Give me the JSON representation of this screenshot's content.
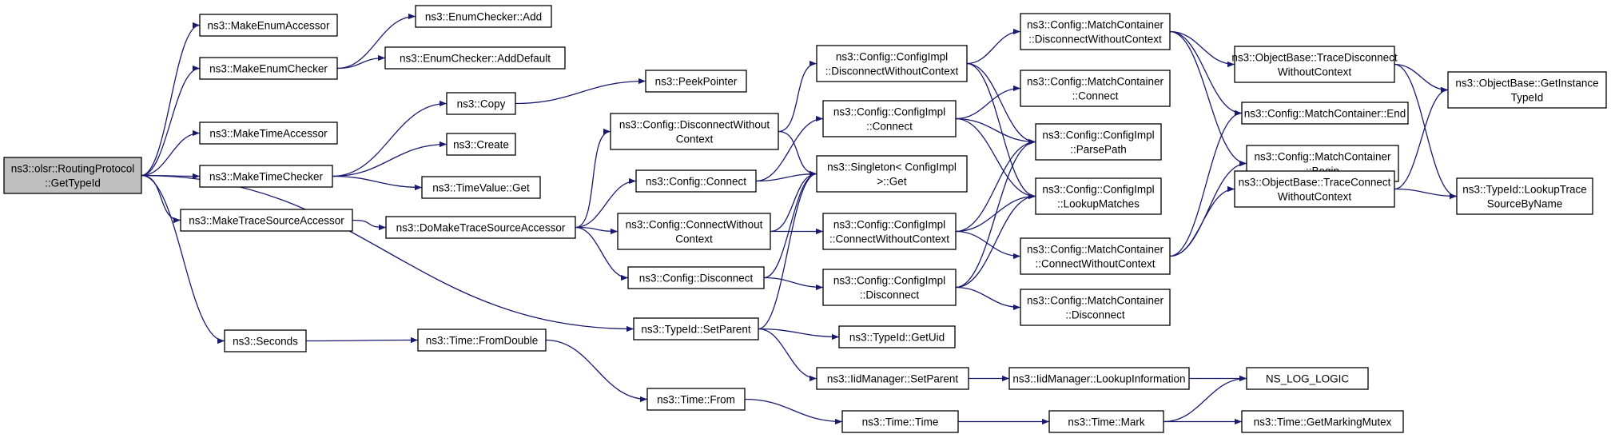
{
  "title": "",
  "colors": {
    "edge": "#191970",
    "node_border": "#000000",
    "node_fill": "#ffffff",
    "root_fill": "#bfbfbf"
  },
  "nodes": {
    "root": {
      "lines": [
        "ns3::olsr::RoutingProtocol",
        "::GetTypeId"
      ]
    },
    "makeEnumAccessor": {
      "lines": [
        "ns3::MakeEnumAccessor"
      ]
    },
    "makeEnumChecker": {
      "lines": [
        "ns3::MakeEnumChecker"
      ]
    },
    "enumCheckerAdd": {
      "lines": [
        "ns3::EnumChecker::Add"
      ]
    },
    "enumCheckerAddDefault": {
      "lines": [
        "ns3::EnumChecker::AddDefault"
      ]
    },
    "makeTimeAccessor": {
      "lines": [
        "ns3::MakeTimeAccessor"
      ]
    },
    "makeTimeChecker": {
      "lines": [
        "ns3::MakeTimeChecker"
      ]
    },
    "copy": {
      "lines": [
        "ns3::Copy"
      ]
    },
    "peekPointer": {
      "lines": [
        "ns3::PeekPointer"
      ]
    },
    "create": {
      "lines": [
        "ns3::Create"
      ]
    },
    "timeValueGet": {
      "lines": [
        "ns3::TimeValue::Get"
      ]
    },
    "makeTraceSourceAccessor": {
      "lines": [
        "ns3::MakeTraceSourceAccessor"
      ]
    },
    "doMakeTraceSourceAccessor": {
      "lines": [
        "ns3::DoMakeTraceSourceAccessor"
      ]
    },
    "configDisconnectWithoutContext": {
      "lines": [
        "ns3::Config::DisconnectWithout",
        "Context"
      ]
    },
    "configConnect": {
      "lines": [
        "ns3::Config::Connect"
      ]
    },
    "configConnectWithoutContext": {
      "lines": [
        "ns3::Config::ConnectWithout",
        "Context"
      ]
    },
    "configDisconnect": {
      "lines": [
        "ns3::Config::Disconnect"
      ]
    },
    "implDisconnectWithoutContext": {
      "lines": [
        "ns3::Config::ConfigImpl",
        "::DisconnectWithoutContext"
      ]
    },
    "implConnect": {
      "lines": [
        "ns3::Config::ConfigImpl",
        "::Connect"
      ]
    },
    "singletonGet": {
      "lines": [
        "ns3::Singleton< ConfigImpl",
        " >::Get"
      ]
    },
    "implConnectWithoutContext": {
      "lines": [
        "ns3::Config::ConfigImpl",
        "::ConnectWithoutContext"
      ]
    },
    "implDisconnect": {
      "lines": [
        "ns3::Config::ConfigImpl",
        "::Disconnect"
      ]
    },
    "mcDisconnectWithoutContext": {
      "lines": [
        "ns3::Config::MatchContainer",
        "::DisconnectWithoutContext"
      ]
    },
    "mcConnect": {
      "lines": [
        "ns3::Config::MatchContainer",
        "::Connect"
      ]
    },
    "implParsePath": {
      "lines": [
        "ns3::Config::ConfigImpl",
        "::ParsePath"
      ]
    },
    "implLookupMatches": {
      "lines": [
        "ns3::Config::ConfigImpl",
        "::LookupMatches"
      ]
    },
    "mcConnectWithoutContext": {
      "lines": [
        "ns3::Config::MatchContainer",
        "::ConnectWithoutContext"
      ]
    },
    "mcDisconnect": {
      "lines": [
        "ns3::Config::MatchContainer",
        "::Disconnect"
      ]
    },
    "obTraceDisconnect": {
      "lines": [
        "ns3::ObjectBase::TraceDisconnect",
        "WithoutContext"
      ]
    },
    "mcEnd": {
      "lines": [
        "ns3::Config::MatchContainer::End"
      ]
    },
    "mcBegin": {
      "lines": [
        "ns3::Config::MatchContainer",
        "::Begin"
      ]
    },
    "obTraceConnect": {
      "lines": [
        "ns3::ObjectBase::TraceConnect",
        "WithoutContext"
      ]
    },
    "obGetInstanceTypeId": {
      "lines": [
        "ns3::ObjectBase::GetInstance",
        "TypeId"
      ]
    },
    "typeIdLookupTrace": {
      "lines": [
        "ns3::TypeId::LookupTrace",
        "SourceByName"
      ]
    },
    "seconds": {
      "lines": [
        "ns3::Seconds"
      ]
    },
    "timeFromDouble": {
      "lines": [
        "ns3::Time::FromDouble"
      ]
    },
    "timeFrom": {
      "lines": [
        "ns3::Time::From"
      ]
    },
    "typeIdSetParent": {
      "lines": [
        "ns3::TypeId::SetParent"
      ]
    },
    "typeIdGetUid": {
      "lines": [
        "ns3::TypeId::GetUid"
      ]
    },
    "iidManagerSetParent": {
      "lines": [
        "ns3::IidManager::SetParent"
      ]
    },
    "iidManagerLookupInformation": {
      "lines": [
        "ns3::IidManager::LookupInformation"
      ]
    },
    "nsLogLogic": {
      "lines": [
        "NS_LOG_LOGIC"
      ]
    },
    "timeTime": {
      "lines": [
        "ns3::Time::Time"
      ]
    },
    "timeMark": {
      "lines": [
        "ns3::Time::Mark"
      ]
    },
    "timeGetMarkingMutex": {
      "lines": [
        "ns3::Time::GetMarkingMutex"
      ]
    }
  },
  "edges": [
    [
      "root",
      "makeEnumAccessor"
    ],
    [
      "root",
      "makeEnumChecker"
    ],
    [
      "root",
      "makeTimeAccessor"
    ],
    [
      "root",
      "makeTimeChecker"
    ],
    [
      "root",
      "makeTraceSourceAccessor"
    ],
    [
      "root",
      "typeIdSetParent"
    ],
    [
      "root",
      "seconds"
    ],
    [
      "makeEnumChecker",
      "enumCheckerAdd"
    ],
    [
      "makeEnumChecker",
      "enumCheckerAddDefault"
    ],
    [
      "makeTimeChecker",
      "copy"
    ],
    [
      "makeTimeChecker",
      "create"
    ],
    [
      "makeTimeChecker",
      "timeValueGet"
    ],
    [
      "copy",
      "peekPointer"
    ],
    [
      "makeTraceSourceAccessor",
      "doMakeTraceSourceAccessor"
    ],
    [
      "doMakeTraceSourceAccessor",
      "configDisconnectWithoutContext"
    ],
    [
      "doMakeTraceSourceAccessor",
      "configConnect"
    ],
    [
      "doMakeTraceSourceAccessor",
      "configConnectWithoutContext"
    ],
    [
      "doMakeTraceSourceAccessor",
      "configDisconnect"
    ],
    [
      "configDisconnectWithoutContext",
      "implDisconnectWithoutContext"
    ],
    [
      "configDisconnectWithoutContext",
      "singletonGet"
    ],
    [
      "configConnect",
      "implConnect"
    ],
    [
      "configConnect",
      "singletonGet"
    ],
    [
      "configConnectWithoutContext",
      "implConnectWithoutContext"
    ],
    [
      "configConnectWithoutContext",
      "singletonGet"
    ],
    [
      "configDisconnect",
      "implDisconnect"
    ],
    [
      "configDisconnect",
      "singletonGet"
    ],
    [
      "implDisconnectWithoutContext",
      "mcDisconnectWithoutContext"
    ],
    [
      "implDisconnectWithoutContext",
      "implParsePath"
    ],
    [
      "implDisconnectWithoutContext",
      "implLookupMatches"
    ],
    [
      "implConnect",
      "mcConnect"
    ],
    [
      "implConnect",
      "implParsePath"
    ],
    [
      "implConnect",
      "implLookupMatches"
    ],
    [
      "implConnectWithoutContext",
      "implParsePath"
    ],
    [
      "implConnectWithoutContext",
      "implLookupMatches"
    ],
    [
      "implConnectWithoutContext",
      "mcConnectWithoutContext"
    ],
    [
      "implDisconnect",
      "implParsePath"
    ],
    [
      "implDisconnect",
      "implLookupMatches"
    ],
    [
      "implDisconnect",
      "mcDisconnect"
    ],
    [
      "mcDisconnectWithoutContext",
      "obTraceDisconnect"
    ],
    [
      "mcDisconnectWithoutContext",
      "mcEnd"
    ],
    [
      "mcDisconnectWithoutContext",
      "mcBegin"
    ],
    [
      "mcConnectWithoutContext",
      "mcEnd"
    ],
    [
      "mcConnectWithoutContext",
      "mcBegin"
    ],
    [
      "mcConnectWithoutContext",
      "obTraceConnect"
    ],
    [
      "obTraceDisconnect",
      "obGetInstanceTypeId"
    ],
    [
      "obTraceDisconnect",
      "typeIdLookupTrace"
    ],
    [
      "obTraceConnect",
      "obGetInstanceTypeId"
    ],
    [
      "obTraceConnect",
      "typeIdLookupTrace"
    ],
    [
      "seconds",
      "timeFromDouble"
    ],
    [
      "timeFromDouble",
      "timeFrom"
    ],
    [
      "timeFrom",
      "timeTime"
    ],
    [
      "typeIdSetParent",
      "singletonGet"
    ],
    [
      "typeIdSetParent",
      "typeIdGetUid"
    ],
    [
      "typeIdSetParent",
      "iidManagerSetParent"
    ],
    [
      "iidManagerSetParent",
      "iidManagerLookupInformation"
    ],
    [
      "iidManagerLookupInformation",
      "nsLogLogic"
    ],
    [
      "timeTime",
      "timeMark"
    ],
    [
      "timeMark",
      "nsLogLogic"
    ],
    [
      "timeMark",
      "timeGetMarkingMutex"
    ]
  ]
}
